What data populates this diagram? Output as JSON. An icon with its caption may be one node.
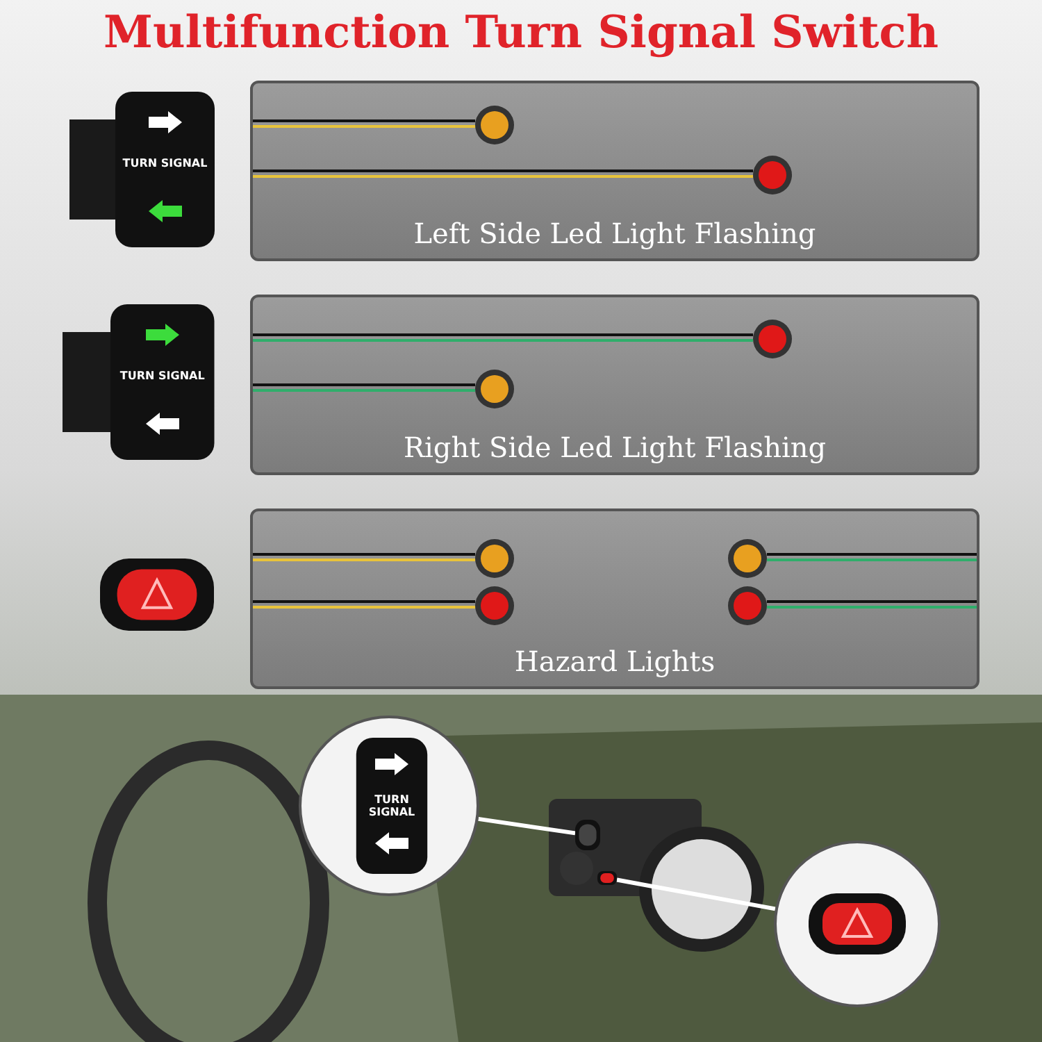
{
  "diagram": {
    "title": "Multifunction Turn Signal Switch",
    "nodes": [
      {
        "text": [
          "TURN SIGNAL"
        ]
      },
      {
        "text": [
          "Left Side Led Light Flashing"
        ]
      },
      {
        "text": [
          "TURN SIGNAL"
        ]
      },
      {
        "text": [
          "Right Side Led Light Flashing"
        ]
      },
      {
        "text": [],
        "shape": "picture"
      },
      {
        "text": [
          "Hazard Lights"
        ]
      },
      {
        "text": [
          "TURN SIGNAL"
        ]
      },
      {
        "text": [],
        "shape": "picture"
      },
      {
        "text": [],
        "shape": "circle"
      },
      {
        "text": [],
        "shape": "picture"
      }
    ],
    "edges": [
      {
        "from": 6,
        "to": 7,
        "arrow": "none"
      },
      {
        "from": 8,
        "to": 9,
        "arrow": "none"
      }
    ]
  }
}
